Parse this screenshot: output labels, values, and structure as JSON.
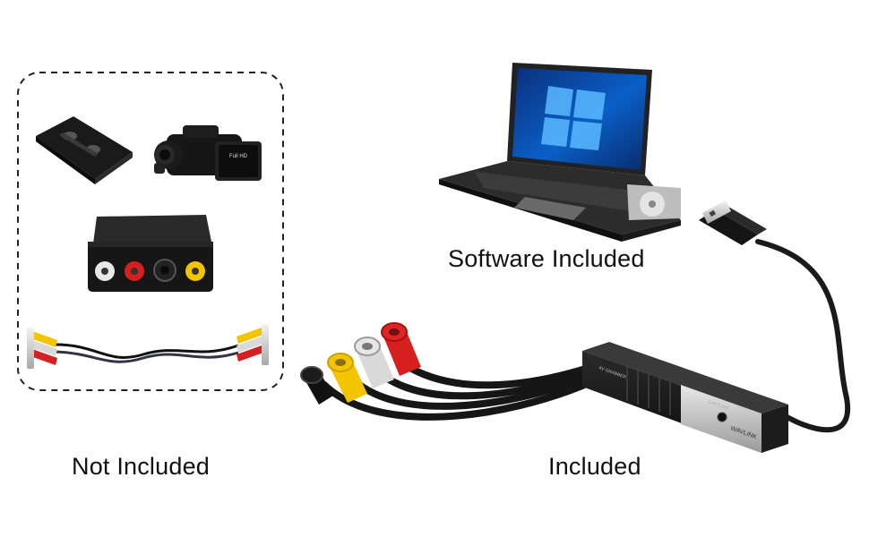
{
  "labels": {
    "software": "Software Included",
    "not_included": "Not Included",
    "included": "Included"
  },
  "device_text": {
    "model": "AV GRABBER",
    "brand": "WAVLINK",
    "button": "CAPTURE"
  },
  "camcorder_badge": "Full HD",
  "colors": {
    "background": "#ffffff",
    "cable": "#1a1a1a",
    "rca_yellow": "#f2c500",
    "rca_white": "#d9d9d9",
    "rca_red": "#d62020",
    "screen_blue": "#0a4fb0"
  }
}
